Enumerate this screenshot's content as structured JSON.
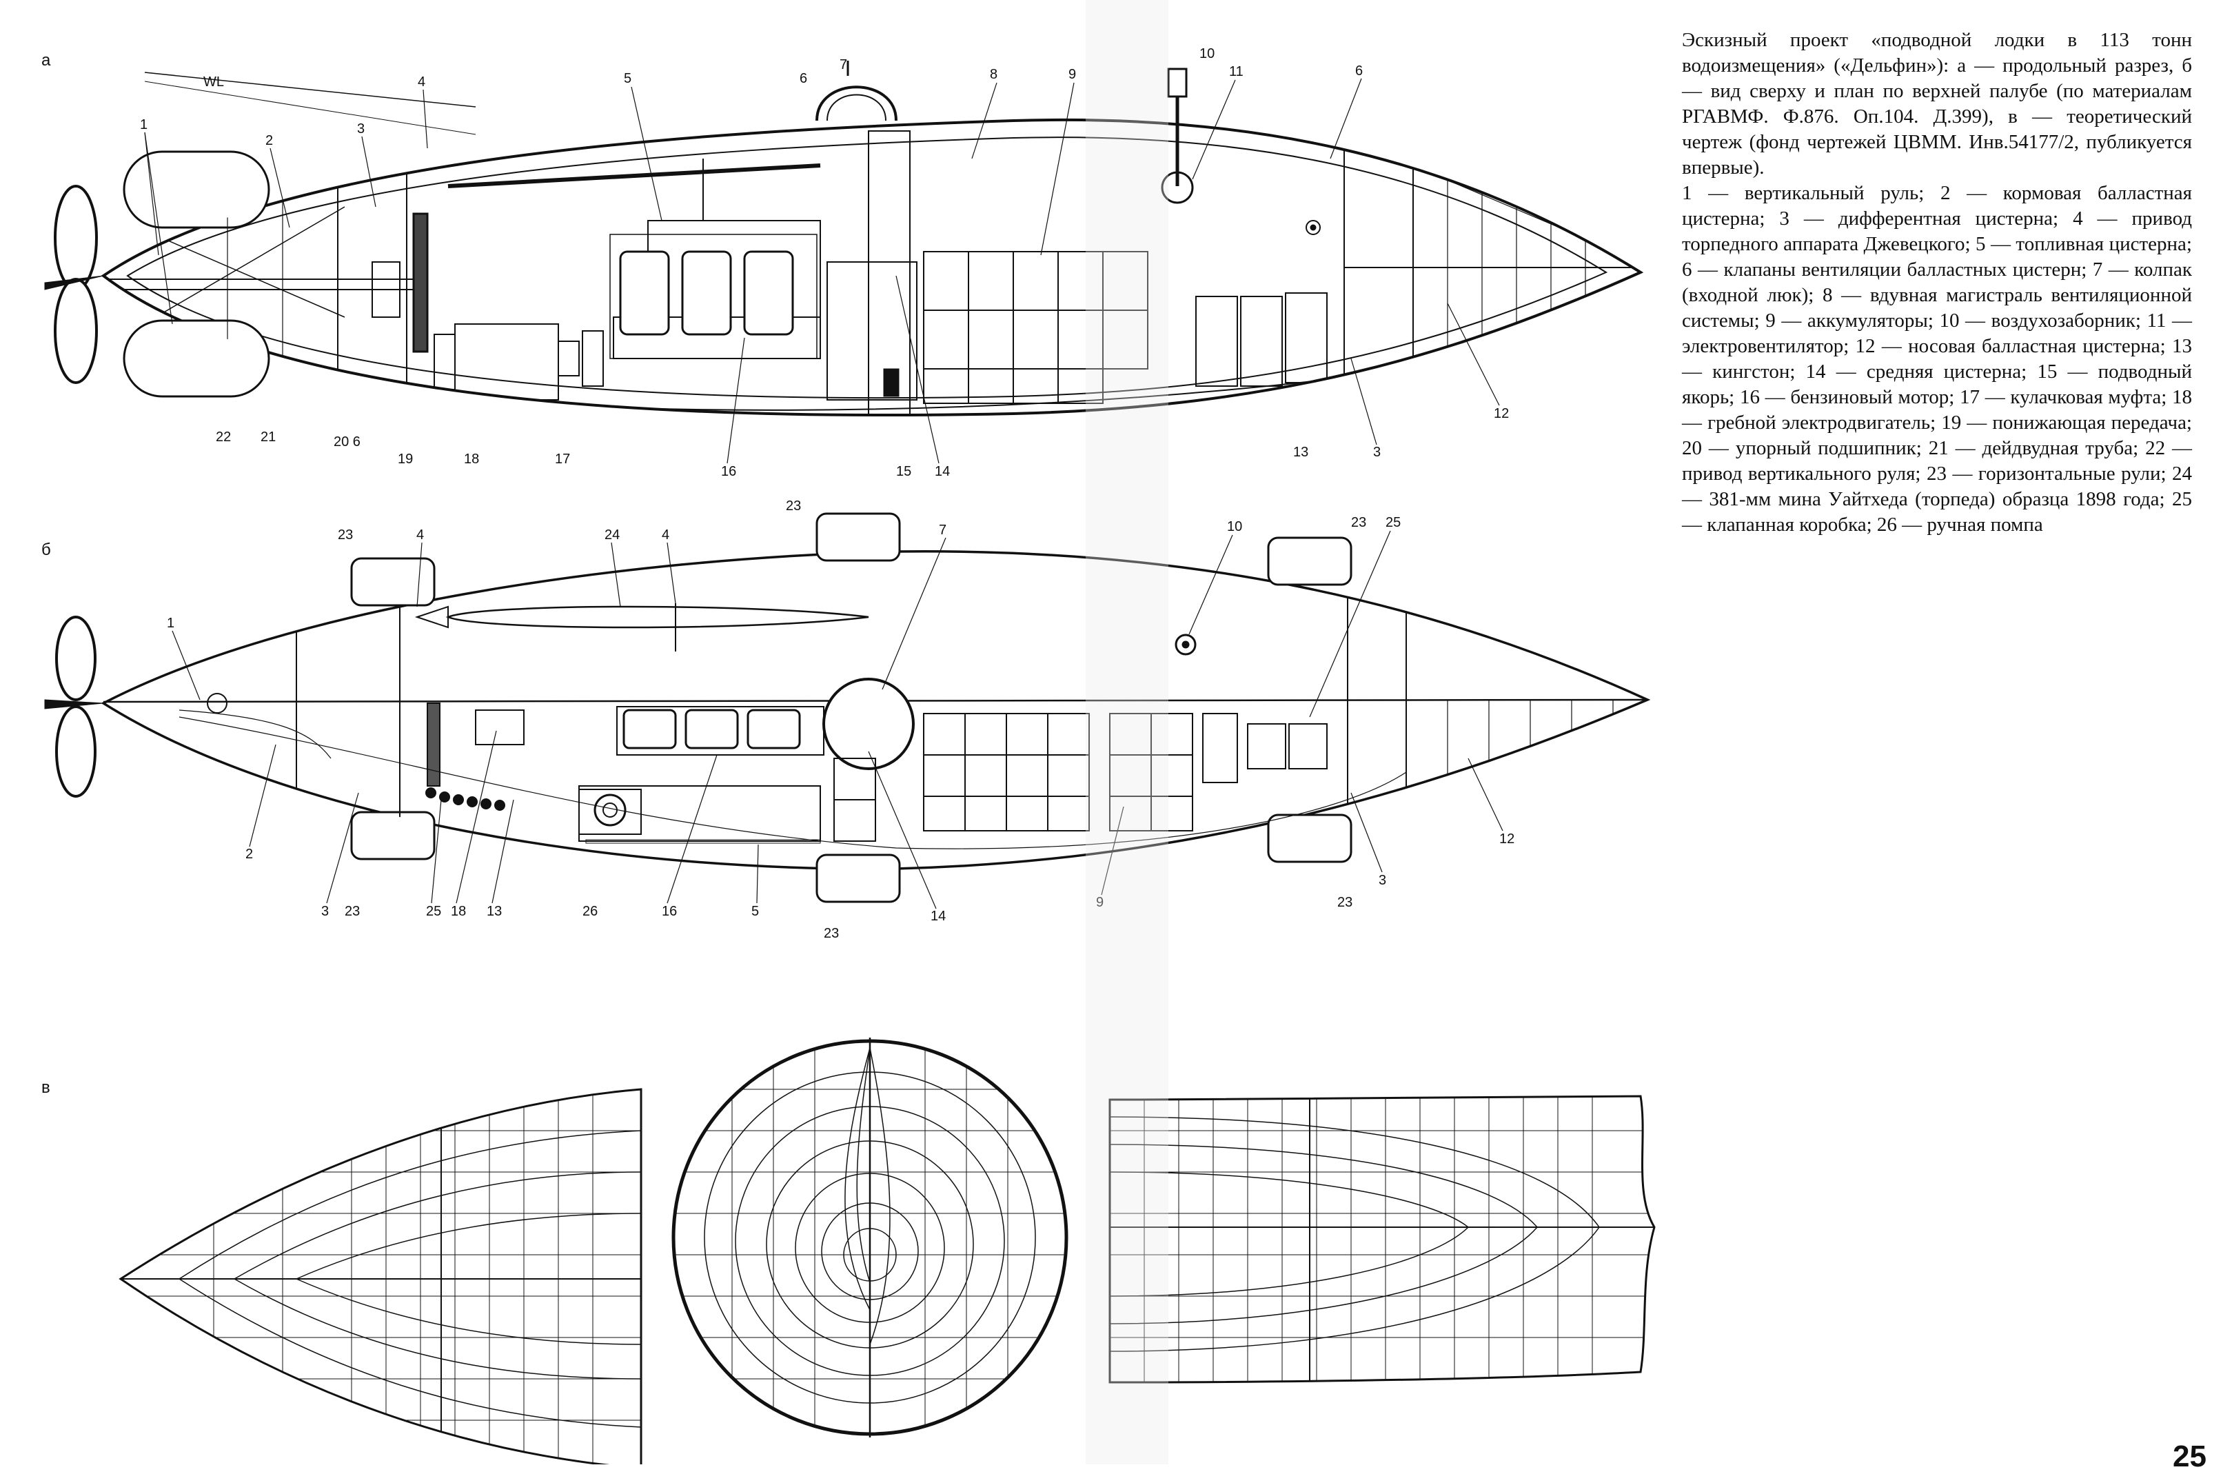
{
  "caption": {
    "intro": "Эскизный проект «подводной лодки в 113 тонн водоизмещения» («Дельфин»): а — продольный разрез, б — вид сверху и план по верхней палубе (по материалам РГАВМФ. Ф.876. Оп.104. Д.399), в — теоретический чертеж (фонд чертежей ЦВММ. Инв.54177/2, публикуется впервые).",
    "legend": "1 — вертикальный руль; 2 — кормовая балластная цистерна; 3 — дифферентная цистерна; 4 — привод торпедного аппарата Джевецкого; 5 — топливная цистерна; 6 — клапаны вентиляции балластных цистерн; 7 — колпак (входной люк); 8 — вдувная магистраль вентиляционной системы; 9 — аккумуляторы; 10 — воздухозаборник; 11 — электровентилятор; 12 — носовая балластная цистерна; 13 — кингстон; 14 — средняя цистерна; 15 — подводный якорь; 16 — бензиновый мотор; 17 — кулачковая муфта; 18 — гребной электродвигатель; 19 — понижающая передача; 20 — упорный подшипник; 21 — дейдвудная труба; 22 — привод вертикального руля; 23 — горизонтальные рули; 24 — 381-мм мина Уайтхеда (торпеда) образца 1898 года; 25 — клапанная коробка; 26 — ручная помпа"
  },
  "page_number": "25",
  "sections": {
    "a": "а",
    "b": "б",
    "v": "в"
  },
  "waterline": "WL",
  "side_view_labels": {
    "l1": "1",
    "l2": "2",
    "l3": "3",
    "l4": "4",
    "l5": "5",
    "l6": "6",
    "l7": "7",
    "l8": "8",
    "l9": "9",
    "l10": "10",
    "l11": "11",
    "l6b": "6",
    "l22": "22",
    "l21": "21",
    "l206": "20 6",
    "l19": "19",
    "l18": "18",
    "l17": "17",
    "l16": "16",
    "l15": "15",
    "l14": "14",
    "l13": "13",
    "l3b": "3",
    "l12": "12"
  },
  "plan_view_labels": {
    "l23a": "23",
    "l4a": "4",
    "l24": "24",
    "l4b": "4",
    "l23b": "23",
    "l7": "7",
    "l10": "10",
    "l23c": "23",
    "l25a": "25",
    "l1": "1",
    "l2": "2",
    "l3": "3",
    "l23d": "23",
    "l25b": "25",
    "l18": "18",
    "l13": "13",
    "l26": "26",
    "l16": "16",
    "l5": "5",
    "l23e": "23",
    "l14": "14",
    "l9": "9",
    "l23f": "23",
    "l3b": "3",
    "l12": "12"
  }
}
